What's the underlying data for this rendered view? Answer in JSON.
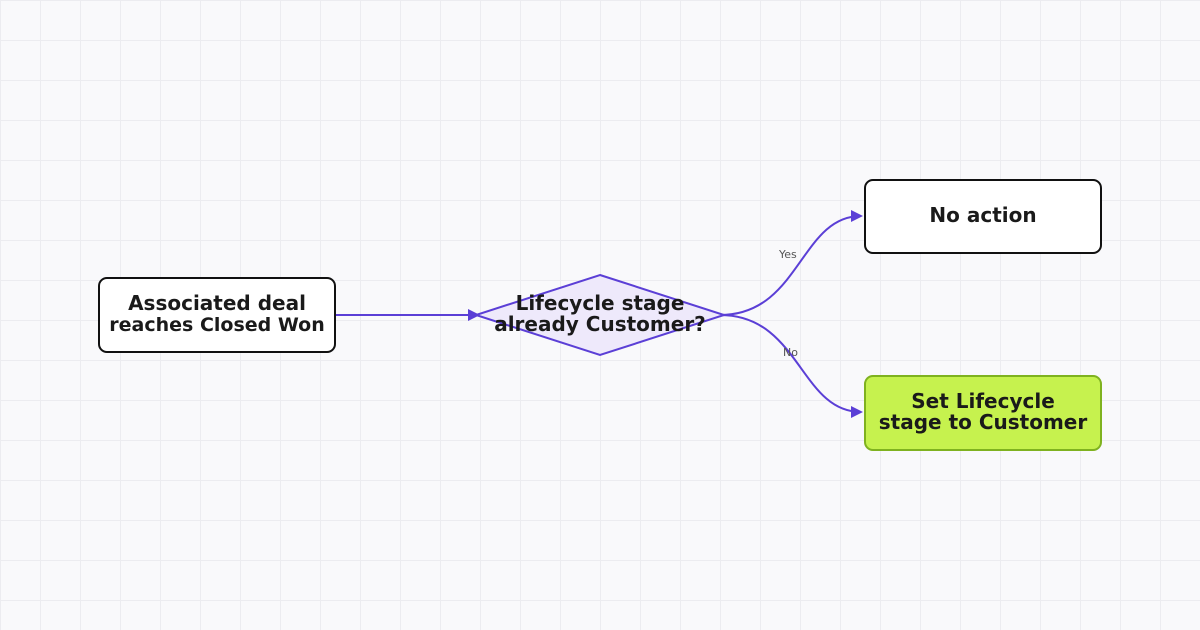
{
  "colors": {
    "edge": "#5b3fd6",
    "node_border": "#111111",
    "node_fill": "#ffffff",
    "decision_fill": "#eee9fb",
    "decision_border": "#5b3fd6",
    "action_fill": "#c6f24e",
    "action_border": "#7fb21f"
  },
  "nodes": {
    "trigger": {
      "line1": "Associated deal",
      "line2": "reaches Closed Won"
    },
    "decision": {
      "line1": "Lifecycle stage",
      "line2": "already Customer?"
    },
    "no_action": {
      "label": "No action"
    },
    "set_stage": {
      "line1": "Set Lifecycle",
      "line2": "stage to Customer"
    }
  },
  "edges": {
    "yes_label": "Yes",
    "no_label": "No"
  }
}
